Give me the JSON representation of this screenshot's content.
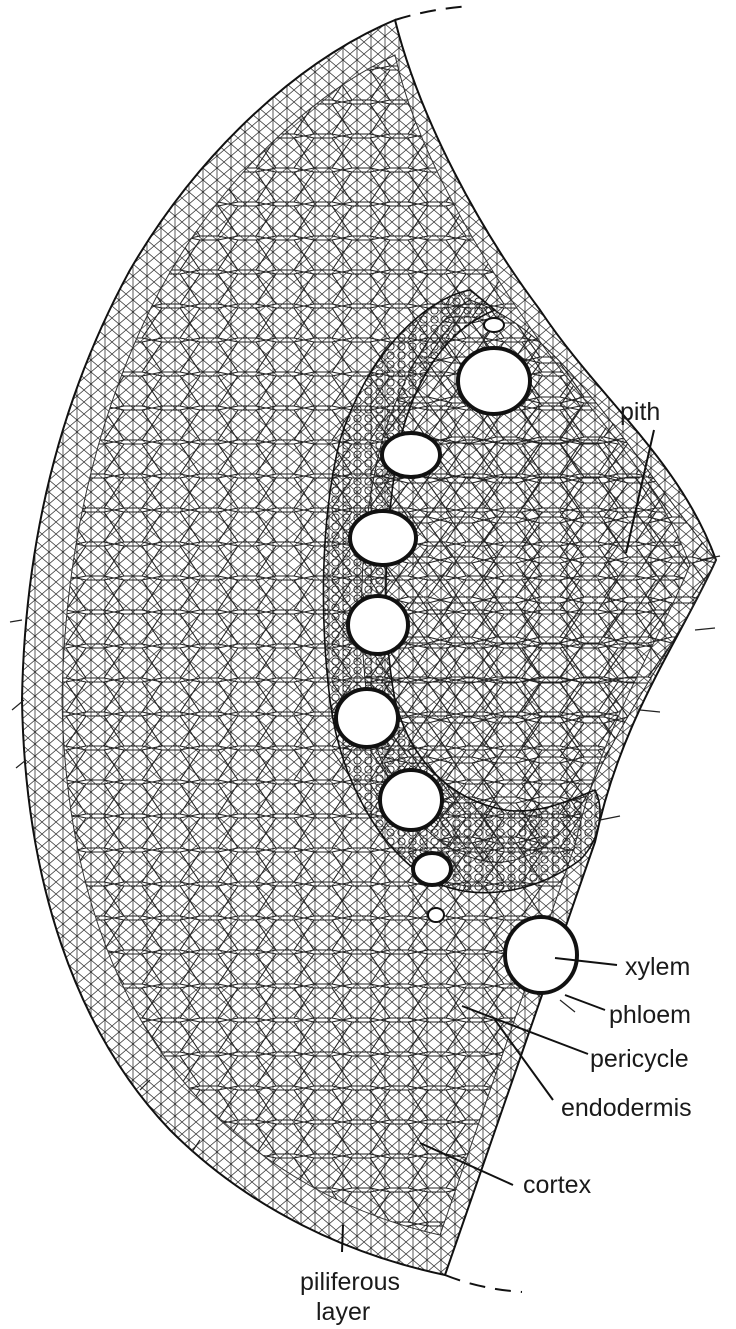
{
  "labels": {
    "pith": "pith",
    "xylem": "xylem",
    "phloem": "phloem",
    "pericycle": "pericycle",
    "endodermis": "endodermis",
    "cortex": "cortex",
    "piliferous_line1": "piliferous",
    "piliferous_line2": "layer"
  },
  "colors": {
    "ink": "#1a1a1a",
    "paper": "#ffffff"
  }
}
